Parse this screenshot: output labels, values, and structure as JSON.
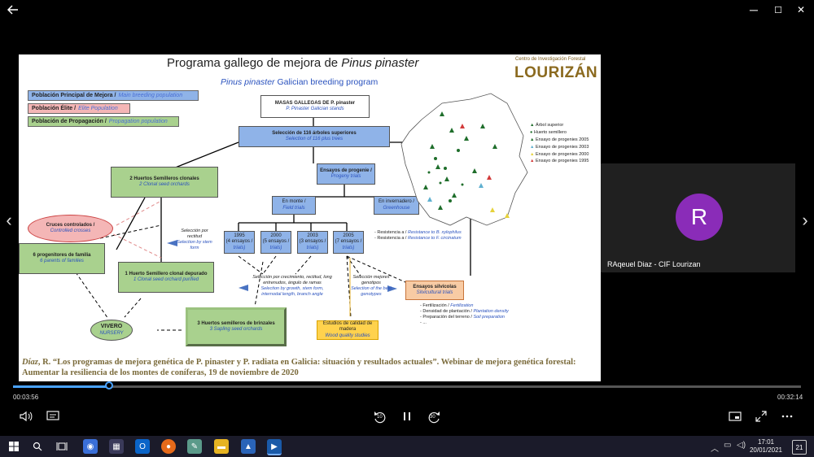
{
  "window": {
    "back_icon": "arrow-left-icon",
    "minimize": "─",
    "maximize": "☐",
    "close": "✕"
  },
  "nav": {
    "prev": "‹",
    "next": "›"
  },
  "slide": {
    "title_main": "Programa gallego de mejora de ",
    "title_species": "Pinus pinaster",
    "subtitle_species": "Pinus pinaster",
    "subtitle_rest": " Galician breeding program",
    "logo_top": "Centro de Investigación Forestal",
    "logo_main": "LOURIZÁN",
    "legend": [
      {
        "es": "Población Principal de Mejora /",
        "en": "Main breeding population",
        "color": "#8fb3e8"
      },
      {
        "es": "Población Élite /",
        "en": "Elite Population",
        "color": "#f4b6b6"
      },
      {
        "es": "Población de Propagación /",
        "en": "Propagation population",
        "color": "#a9d18e"
      }
    ],
    "boxes": {
      "masas_es": "MASAS GALLEGAS DE P. pinaster",
      "masas_en": "P. Pinaster Galician stands",
      "seleccion_es": "Selección de 116 árboles superiores",
      "seleccion_en": "Selection of 116 plus trees",
      "huertos_es": "2 Huertos Semilleros clonales",
      "huertos_en": "2 Clonal seed orchards",
      "ensayos_es": "Ensayos de progenie /",
      "ensayos_en": "Progeny trials",
      "monte_es": "En monte /",
      "monte_en": "Field trials",
      "invernadero_es": "En invernadero /",
      "invernadero_en": "Greenhouse",
      "cruces_es": "Cruces controlados /",
      "cruces_en": "Controlled crosses",
      "progenitores_es": "6 progenitores de familia",
      "progenitores_en": "6 parents of families",
      "depurado_es": "1 Huerto Semillero clonal depurado",
      "depurado_en": "1 Clonal seed orchard purified",
      "vivero_es": "VIVERO",
      "vivero_en": "NURSERY",
      "brinzales_es": "3 Huertos semilleros de brinzales",
      "brinzales_en": "3 Sapling seed orchards",
      "madera_es": "Estudios de calidad de madera",
      "madera_en": "Wood quality studies",
      "silvicolas_es": "Ensayos silvícolas",
      "silvicolas_en": "Silvicultural trials"
    },
    "years": [
      {
        "year": "1995",
        "es": "(4 ensayos /",
        "en": "trials)"
      },
      {
        "year": "2000",
        "es": "(5 ensayos /",
        "en": "trials)"
      },
      {
        "year": "2003",
        "es": "(3 ensayos /",
        "en": "trials)"
      },
      {
        "year": "2005",
        "es": "(7 ensayos /",
        "en": "trials)"
      }
    ],
    "notes": {
      "rectitud_es": "Selección por rectitud",
      "rectitud_en": "Selection by stem form",
      "crecimiento_es": "Selección por crecimiento, rectitud, long entrenudos, ángulo de ramas",
      "crecimiento_en": "Selection by growth, stem form, internodal length, branch angle",
      "genotipos_es": "Selección mejores genotipos",
      "genotipos_en": "Selection of the best genotypes",
      "resist1_es": "- Resistencia a /",
      "resist1_en": "Resistance to B. xylophilus",
      "resist2_es": "- Resistencia a /",
      "resist2_en": "Resistance to F. circinatum",
      "silv1_es": "- Fertilización /",
      "silv1_en": "Fertilization",
      "silv2_es": "- Densidad de plantación /",
      "silv2_en": "Plantation density",
      "silv3_es": "- Preparación del terreno /",
      "silv3_en": "Soil preparation",
      "silv4": "- ..."
    },
    "map_legend": [
      {
        "label": "Árbol superior",
        "color": "#1f6e2b"
      },
      {
        "label": "Huerto semillero",
        "color": "#1f6e2b"
      },
      {
        "label": "Ensayo de progenies 2005",
        "color": "#1f6e2b"
      },
      {
        "label": "Ensayo de progenies 2003",
        "color": "#5fb0d0"
      },
      {
        "label": "Ensayo de progenies 2000",
        "color": "#e6d23a"
      },
      {
        "label": "Ensayo de progenies 1995",
        "color": "#d23a3a"
      }
    ],
    "citation_author": "Díaz",
    "citation_text": ", R. “Los programas de mejora genética de P. pinaster y P. radiata en Galicia: situación y resultados actuales”. Webinar de mejora genética forestal: Aumentar la resiliencia de los montes de coníferas, 19 de noviembre de 2020"
  },
  "participant": {
    "initial": "R",
    "name": "RAqeuel Diaz - CIF Lourizan",
    "avatar_color": "#8a2cb8"
  },
  "player": {
    "current_time": "00:03:56",
    "total_time": "00:32:14",
    "progress": 0.122,
    "rewind_label": "10",
    "forward_label": "30"
  },
  "taskbar": {
    "time": "17:01",
    "date": "20/01/2021",
    "notifications": "21"
  }
}
